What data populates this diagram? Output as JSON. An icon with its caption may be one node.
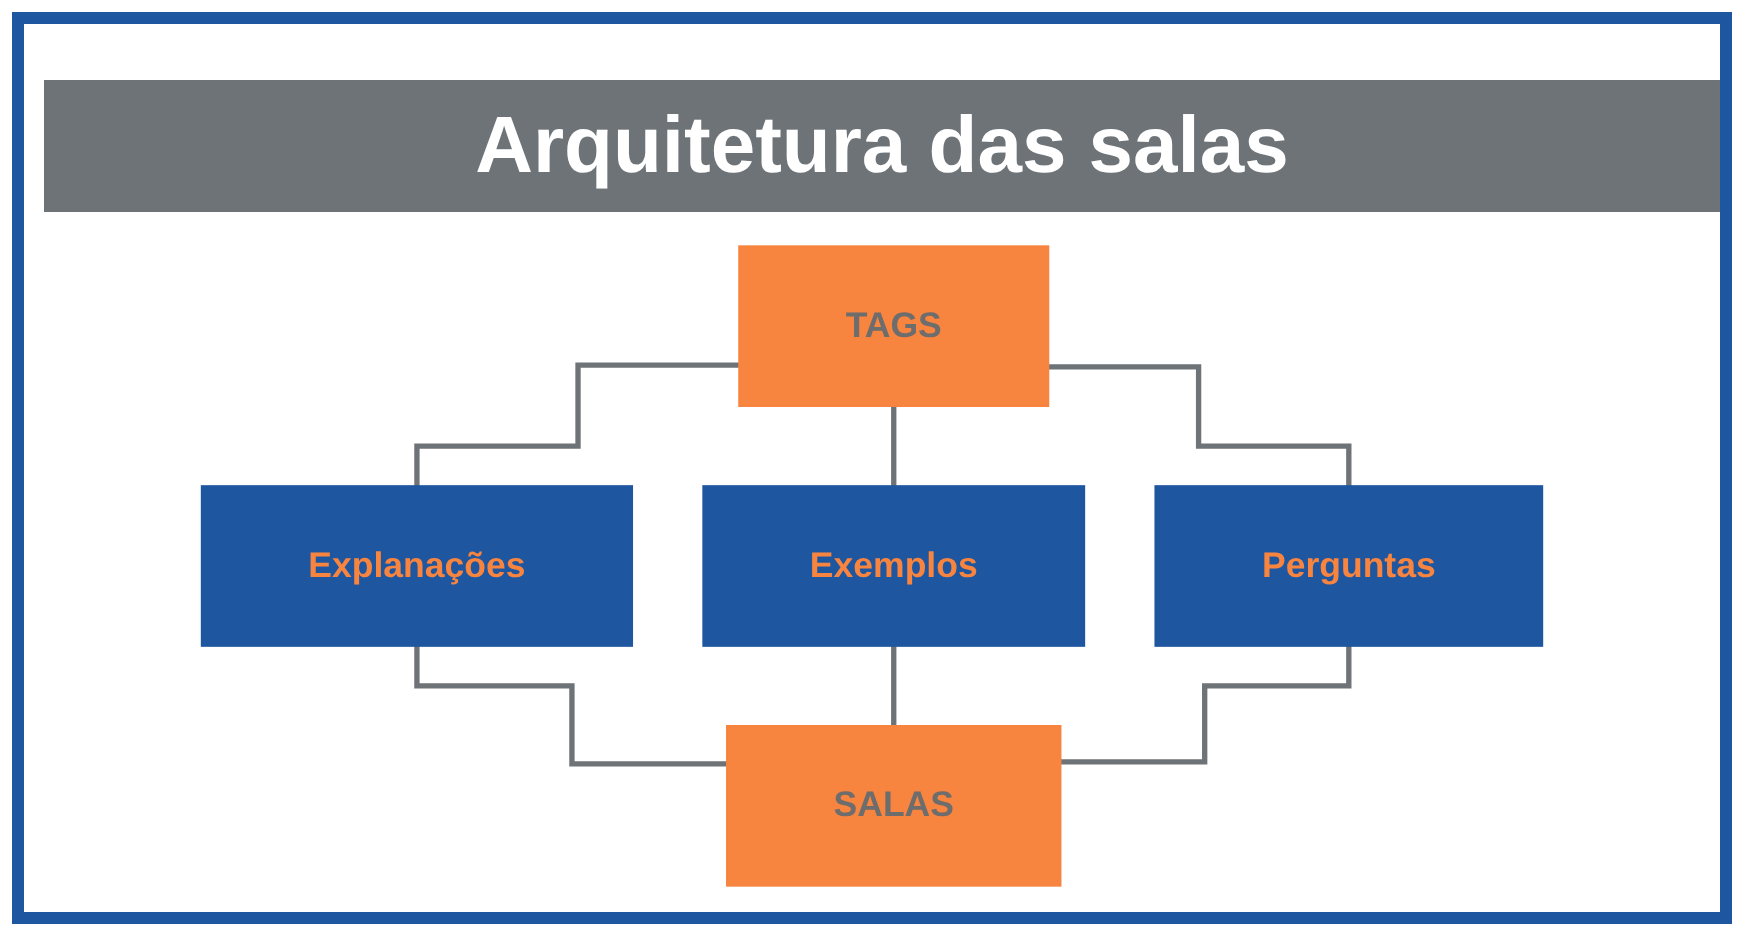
{
  "diagram": {
    "title": "Arquitetura das salas",
    "nodes": [
      {
        "text": [
          "TAGS"
        ]
      },
      {
        "text": [
          "Explanações"
        ]
      },
      {
        "text": [
          "Exemplos"
        ]
      },
      {
        "text": [
          "Perguntas"
        ]
      },
      {
        "text": [
          "SALAS"
        ]
      }
    ],
    "edges": [
      {
        "from": 0,
        "to": 1,
        "arrow": "none"
      },
      {
        "from": 0,
        "to": 2,
        "arrow": "none"
      },
      {
        "from": 0,
        "to": 3,
        "arrow": "none"
      },
      {
        "from": 1,
        "to": 4,
        "arrow": "none"
      },
      {
        "from": 2,
        "to": 4,
        "arrow": "none"
      },
      {
        "from": 3,
        "to": 4,
        "arrow": "none"
      }
    ]
  }
}
